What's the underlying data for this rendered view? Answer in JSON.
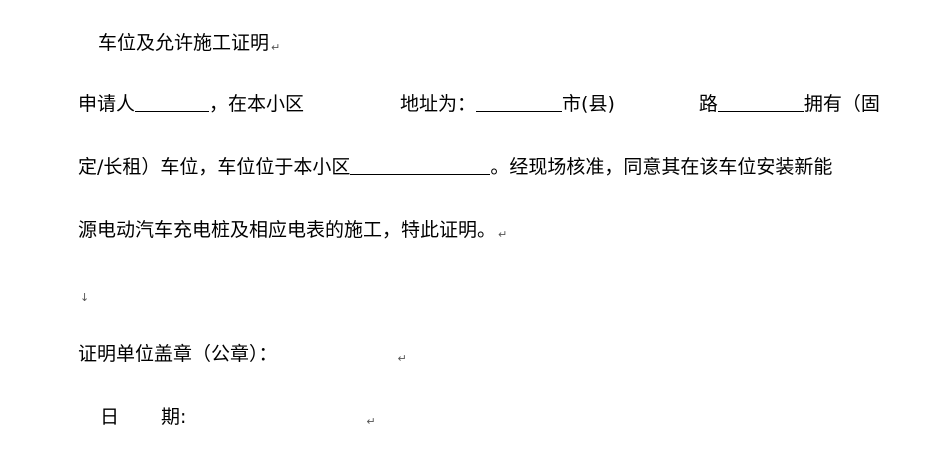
{
  "title": "车位及允许施工证明",
  "para_mark": "↵",
  "line1": {
    "t1": "申请人",
    "t2": "，在本小区",
    "t3": "地址为：",
    "t4": "市(县)",
    "t5": "路",
    "t6": "拥有（固"
  },
  "line2": {
    "t1": "定/长租）车位，车位位于本小区",
    "t2": "。经现场核准，同意其在该车位安装新能"
  },
  "line3": "源电动汽车充电桩及相应电表的施工，特此证明。",
  "empty_mark": "↓",
  "seal_label": "证明单位盖章（公章）：",
  "date_char1": "日",
  "date_char2": "期:"
}
